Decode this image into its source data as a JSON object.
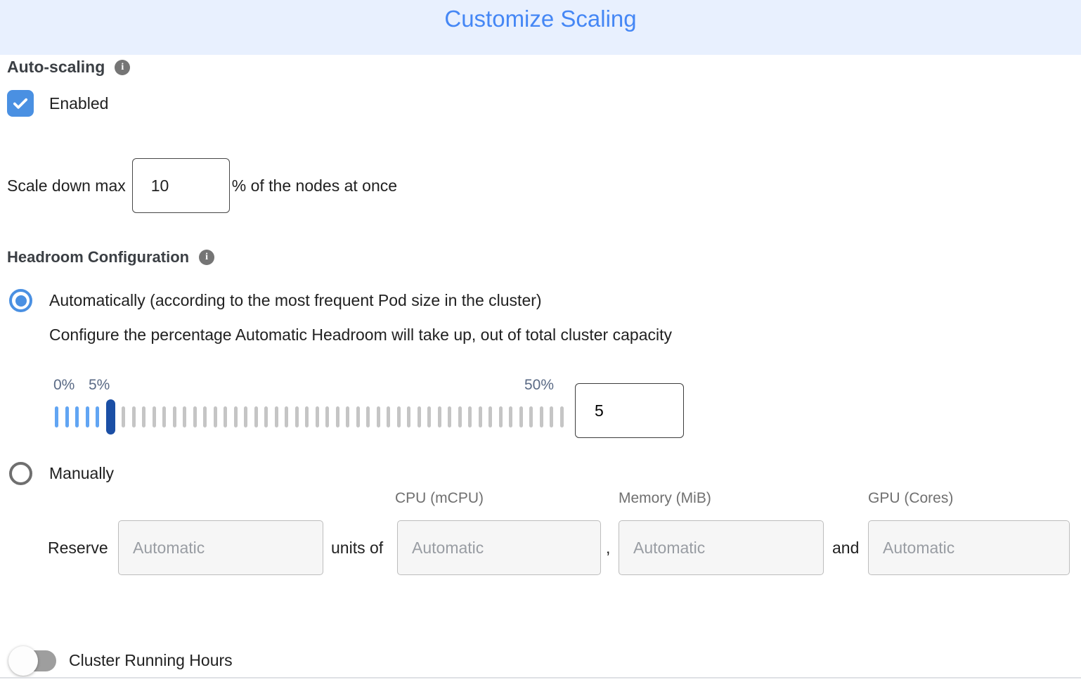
{
  "header": {
    "title": "Customize Scaling"
  },
  "auto_scaling": {
    "label": "Auto-scaling",
    "checkbox": {
      "checked": true,
      "label": "Enabled"
    },
    "scale_down": {
      "prefix": "Scale down max",
      "value": "10",
      "suffix": "% of the nodes at once"
    }
  },
  "headroom": {
    "label": "Headroom Configuration",
    "automatic_option": {
      "selected": true,
      "label": "Automatically (according to the most frequent Pod size in the cluster)",
      "description": "Configure the percentage Automatic Headroom will take up, out of total cluster capacity"
    },
    "slider": {
      "min_label": "0%",
      "current_label": "5%",
      "max_label": "50%",
      "value": "5",
      "tick_count": 50,
      "handle_index": 5,
      "active_color": "#61a5f3",
      "handle_color": "#1b4fa5",
      "inactive_color": "#c5c5c5"
    },
    "manual_option": {
      "selected": false,
      "label": "Manually",
      "reserve_label": "Reserve",
      "units_of_label": "units of",
      "comma_label": ",",
      "and_label": "and",
      "count_placeholder": "Automatic",
      "columns": [
        {
          "header": "CPU (mCPU)",
          "placeholder": "Automatic"
        },
        {
          "header": "Memory (MiB)",
          "placeholder": "Automatic"
        },
        {
          "header": "GPU (Cores)",
          "placeholder": "Automatic"
        }
      ]
    }
  },
  "cluster_running_hours": {
    "toggle_on": false,
    "label": "Cluster Running Hours"
  },
  "colors": {
    "header_bg": "#e8f0fe",
    "header_text": "#4587f5",
    "accent_blue": "#4a90e2",
    "slider_active": "#61a5f3",
    "slider_handle": "#1b4fa5",
    "slider_inactive": "#c5c5c5"
  }
}
